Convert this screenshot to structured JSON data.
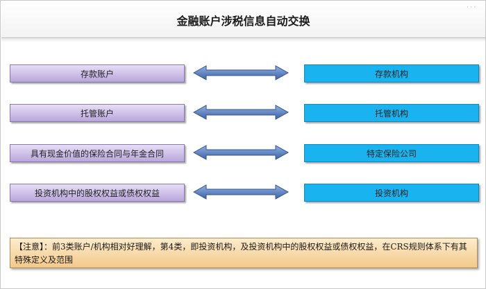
{
  "header": {
    "title": "金融账户涉税信息自动交换"
  },
  "rows": [
    {
      "account": "存款账户",
      "institution": "存款机构"
    },
    {
      "account": "托管账户",
      "institution": "托管机构"
    },
    {
      "account": "具有现金价值的保险合同与年金合同",
      "institution": "特定保险公司"
    },
    {
      "account": "投资机构中的股权权益或债权权益",
      "institution": "投资机构"
    }
  ],
  "note": {
    "text": "【注意】：前3类账户/机构相对好理解，第4类，即投资机构，及投资机构中的股权权益或债权权益，在CRS规则体系下有其特殊定义及范围"
  },
  "colors": {
    "account_box": "#c8b8e6",
    "institution_box": "#19b4f0",
    "arrow": "#5b7fb8",
    "note_box": "#f7d9a8"
  },
  "icons": {
    "connector": "double-arrow-icon"
  }
}
